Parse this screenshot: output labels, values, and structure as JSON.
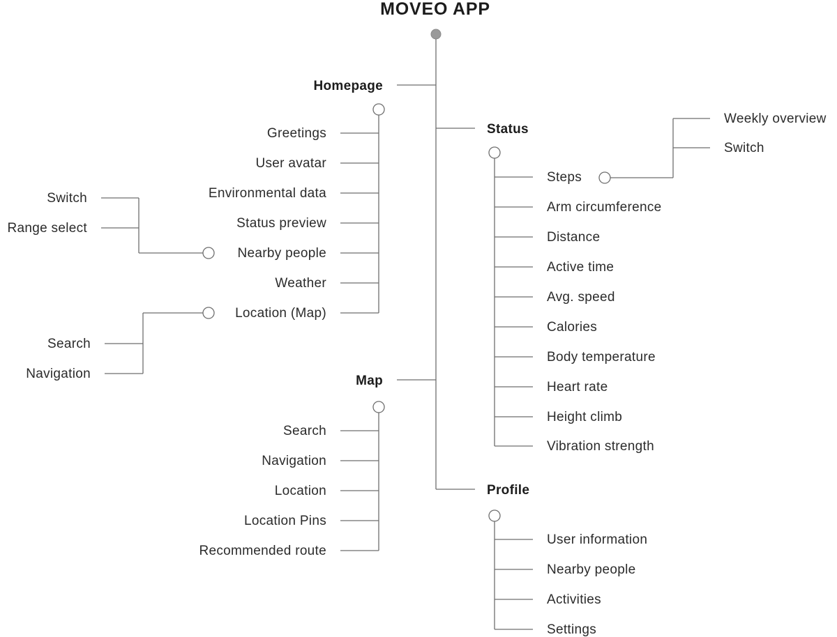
{
  "title": "MOVEO APP",
  "homepage": {
    "label": "Homepage",
    "items": [
      "Greetings",
      "User avatar",
      "Environmental data",
      "Status preview",
      "Nearby people",
      "Weather",
      "Location (Map)"
    ],
    "nearby_people_children": [
      "Switch",
      "Range select"
    ],
    "location_children": [
      "Search",
      "Navigation"
    ]
  },
  "map": {
    "label": "Map",
    "items": [
      "Search",
      "Navigation",
      "Location",
      "Location Pins",
      "Recommended route"
    ]
  },
  "status": {
    "label": "Status",
    "items": [
      "Steps",
      "Arm circumference",
      "Distance",
      "Active time",
      "Avg. speed",
      "Calories",
      "Body temperature",
      "Heart rate",
      "Height climb",
      "Vibration strength"
    ],
    "steps_children": [
      "Weekly overview",
      "Switch"
    ]
  },
  "profile": {
    "label": "Profile",
    "items": [
      "User information",
      "Nearby people",
      "Activities",
      "Settings"
    ]
  }
}
